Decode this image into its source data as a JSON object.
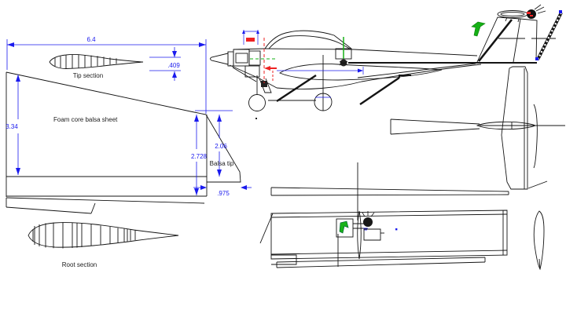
{
  "drawing": {
    "type": "model-aircraft-construction-plan",
    "colors": {
      "background": "#ffffff",
      "line": "#141414",
      "dimension": "#1a1aee",
      "accent_red": "#ee2222",
      "accent_green": "#15b015"
    },
    "wing_plan": {
      "dimensions": {
        "span": "6.4",
        "tip_thickness": ".409",
        "root_chord": "3.34",
        "tip_chord": "2.728",
        "balsa_tip_height": "2.06",
        "balsa_tip_width": ".975"
      },
      "labels": {
        "tip_section": "Tip section",
        "core": "Foam core balsa sheet",
        "balsa_tip": "Balsa tip",
        "root_section": "Root section"
      }
    }
  }
}
